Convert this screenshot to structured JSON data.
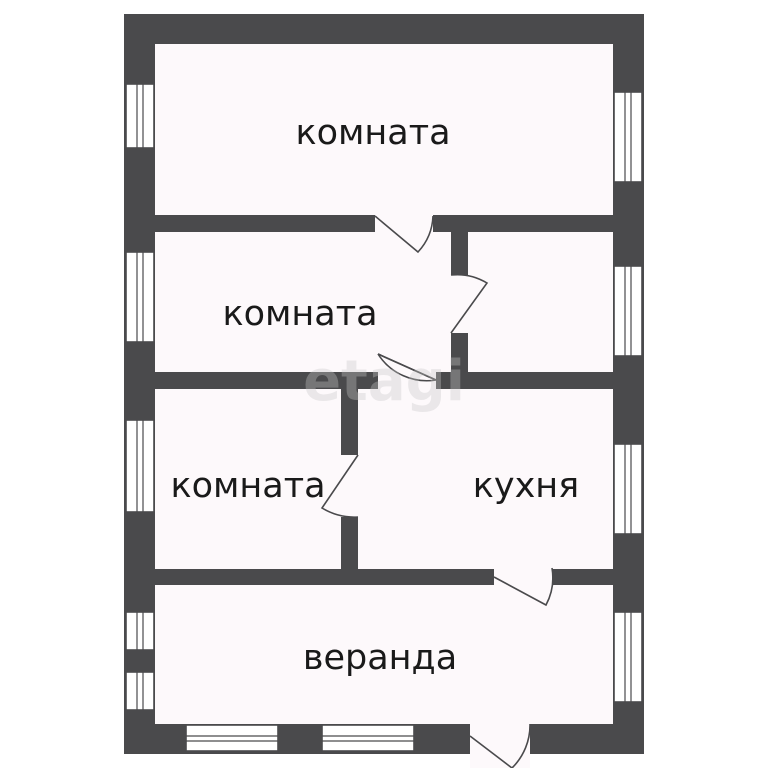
{
  "rooms": {
    "room_top": "комната",
    "room_middle": "комната",
    "room_lower_left": "комната",
    "kitchen": "кухня",
    "veranda": "веранда"
  },
  "watermark": "etagi",
  "colors": {
    "wall": "#4a4a4c",
    "floor": "#fdf9fb",
    "background": "#ffffff"
  }
}
